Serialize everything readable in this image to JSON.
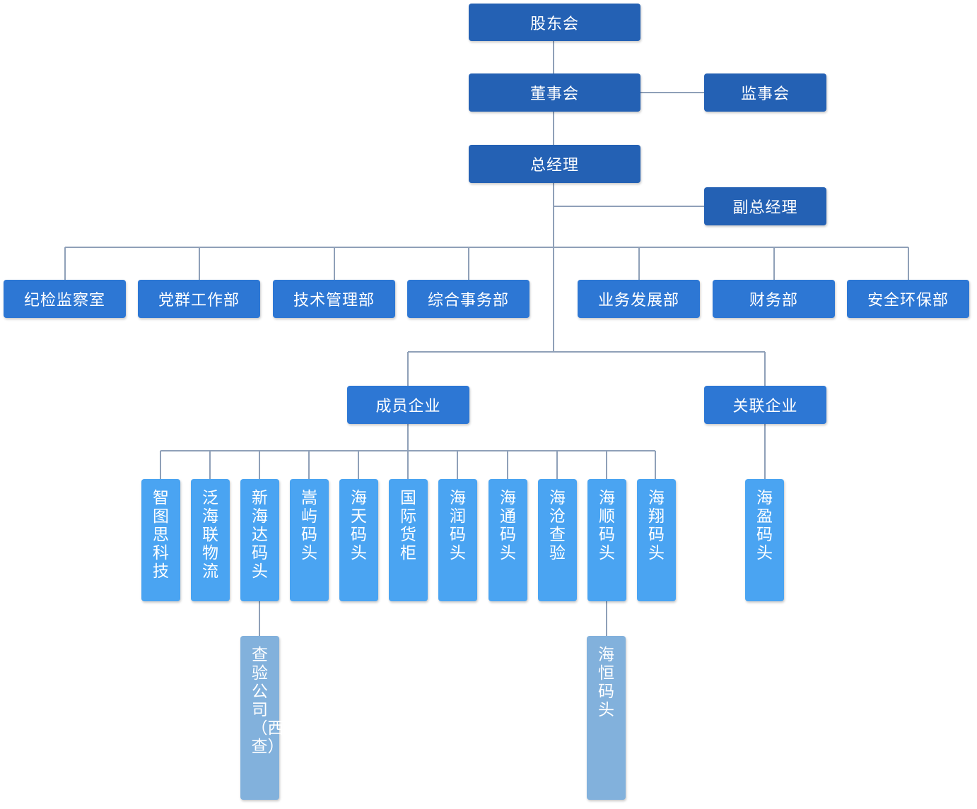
{
  "colors": {
    "top_level": "#2461b4",
    "departments": "#2d77d4",
    "enterprises": "#4aa4f2",
    "sub_enterprises": "#82b1dc",
    "connector": "#8fa0b8"
  },
  "top": {
    "shareholders": "股东会",
    "board": "董事会",
    "supervisors": "监事会",
    "gm": "总经理",
    "deputy_gm": "副总经理"
  },
  "departments": [
    "纪检监察室",
    "党群工作部",
    "技术管理部",
    "综合事务部",
    "业务发展部",
    "财务部",
    "安全环保部"
  ],
  "groups": {
    "members": "成员企业",
    "affiliates": "关联企业"
  },
  "members": [
    "智图思科技",
    "泛海联物流",
    "新海达码头",
    "嵩屿码头",
    "海天码头",
    "国际货柜",
    "海润码头",
    "海通码头",
    "海沧查验",
    "海顺码头",
    "海翔码头"
  ],
  "affiliates": [
    "海盈码头"
  ],
  "subsidiaries": {
    "xinhaida": "查验公司（西查）",
    "haishun": "海恒码头"
  }
}
